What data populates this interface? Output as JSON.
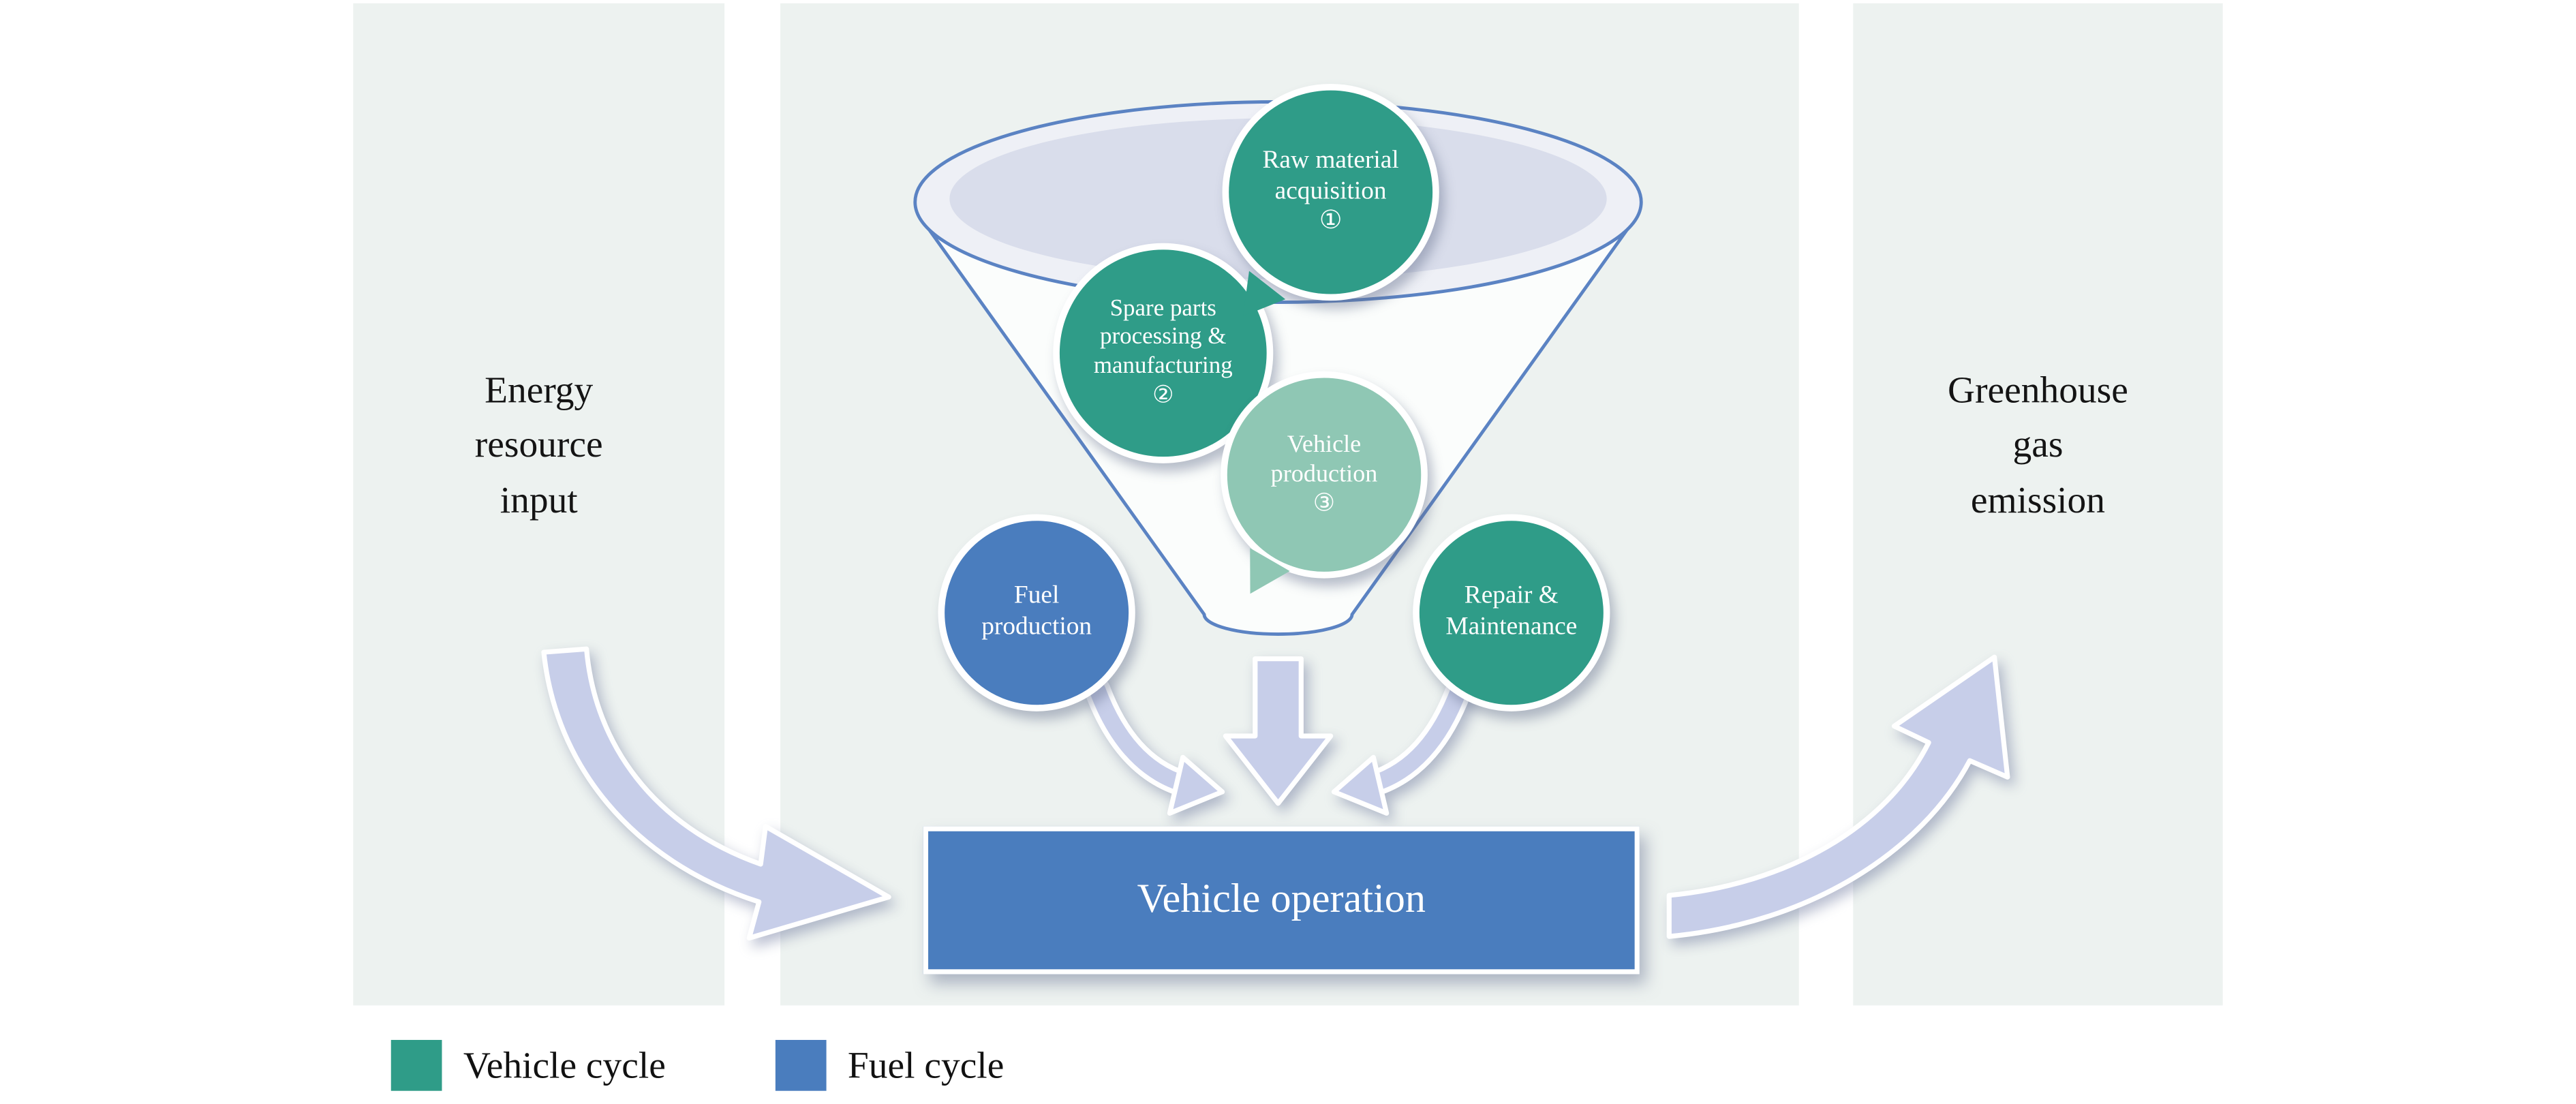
{
  "colors": {
    "teal": "#2f9c88",
    "light_green": "#8fc7b4",
    "blue": "#4a7dbe",
    "arrow_fill": "#c7cee9",
    "panel_background": "#edf2f0",
    "funnel_stroke": "#5b83c3",
    "funnel_rim_fill": "#d9ddeb"
  },
  "left_panel": {
    "label": "Energy\nresource\ninput"
  },
  "right_panel": {
    "label": "Greenhouse\ngas\nemission"
  },
  "nodes": {
    "raw_material": {
      "label": "Raw material\nacquisition\n①",
      "color": "#2f9c88"
    },
    "spare_parts": {
      "label": "Spare parts\nprocessing &\nmanufacturing\n②",
      "color": "#2f9c88"
    },
    "vehicle_production": {
      "label": "Vehicle\nproduction\n③",
      "color": "#8fc7b4"
    },
    "fuel_production": {
      "label": "Fuel\nproduction",
      "color": "#4a7dbe"
    },
    "repair_maintenance": {
      "label": "Repair &\nMaintenance",
      "color": "#2f9c88"
    }
  },
  "operation_box": {
    "label": "Vehicle operation",
    "color": "#4a7dbe"
  },
  "legend": {
    "items": [
      {
        "label": "Vehicle cycle",
        "color": "#2f9c88"
      },
      {
        "label": "Fuel cycle",
        "color": "#4a7dbe"
      }
    ]
  }
}
